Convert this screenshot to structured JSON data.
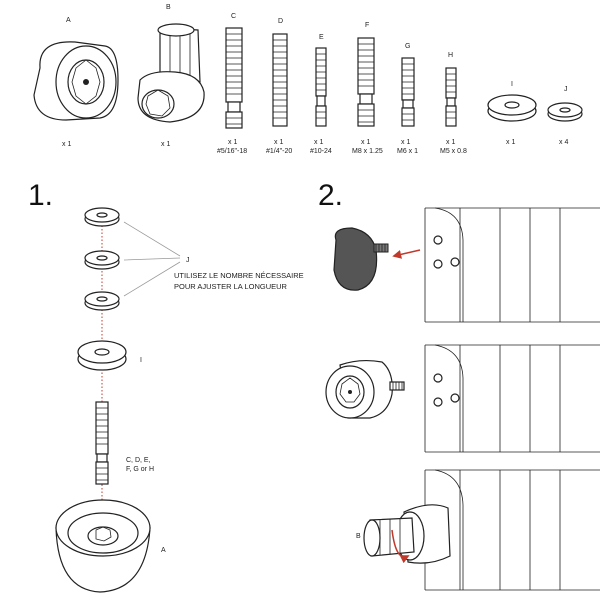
{
  "parts": [
    {
      "letter": "A",
      "qty": "x 1",
      "spec": ""
    },
    {
      "letter": "B",
      "qty": "x 1",
      "spec": ""
    },
    {
      "letter": "C",
      "qty": "x 1",
      "spec": "#5/16\"-18"
    },
    {
      "letter": "D",
      "qty": "x 1",
      "spec": "#1/4\"-20"
    },
    {
      "letter": "E",
      "qty": "x 1",
      "spec": "#10-24"
    },
    {
      "letter": "F",
      "qty": "x 1",
      "spec": "M8 x 1.25"
    },
    {
      "letter": "G",
      "qty": "x 1",
      "spec": "M6 x 1"
    },
    {
      "letter": "H",
      "qty": "x 1",
      "spec": "M5 x 0.8"
    },
    {
      "letter": "I",
      "qty": "x 1",
      "spec": ""
    },
    {
      "letter": "J",
      "qty": "x 4",
      "spec": ""
    }
  ],
  "step1": {
    "number": "1.",
    "washer_label": "J",
    "note_line1": "UTILISEZ LE NOMBRE NÉCESSAIRE",
    "note_line2": "POUR AJUSTER LA LONGUEUR",
    "large_washer_label": "I",
    "bolt_label_line1": "C, D, E,",
    "bolt_label_line2": "F, G or H",
    "base_label": "A"
  },
  "step2": {
    "number": "2.",
    "tool_label": "B"
  },
  "colors": {
    "line": "#222222",
    "accent": "#c0392b",
    "knob_fill": "#555555"
  }
}
